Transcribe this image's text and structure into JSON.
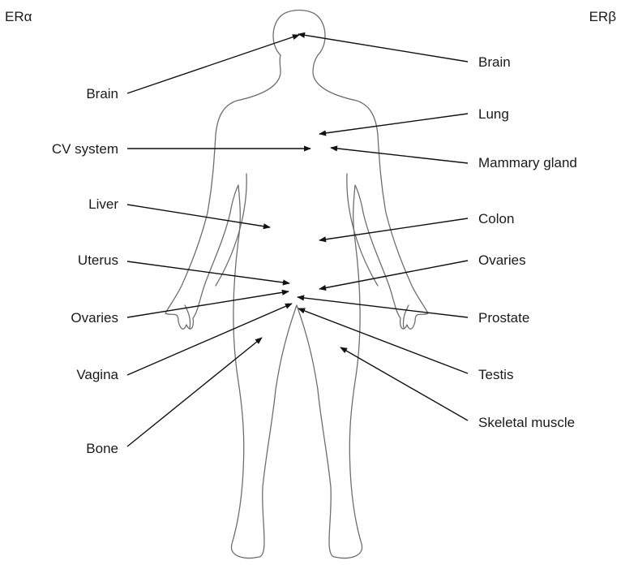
{
  "headers": {
    "left": "ERα",
    "right": "ERβ"
  },
  "er_alpha_tissues": [
    "Brain",
    "CV system",
    "Liver",
    "Uterus",
    "Ovaries",
    "Vagina",
    "Bone"
  ],
  "er_beta_tissues": [
    "Brain",
    "Lung",
    "Mammary gland",
    "Colon",
    "Ovaries",
    "Prostate",
    "Testis",
    "Skeletal muscle"
  ],
  "colors": {
    "arrow": "#111111",
    "outline": "#6e6e6e",
    "text": "#1a1a1a"
  }
}
